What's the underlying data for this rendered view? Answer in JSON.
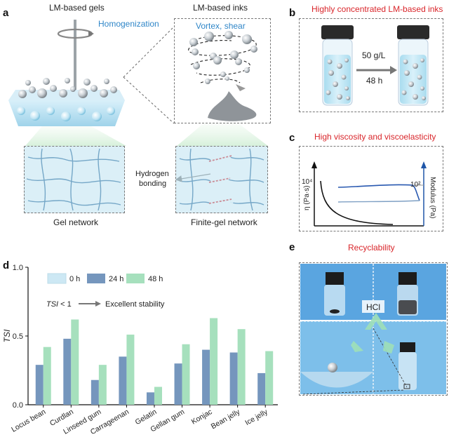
{
  "panel_a": {
    "label": "a",
    "gels_title": "LM-based gels",
    "inks_title": "LM-based inks",
    "homogenization": "Homogenization",
    "vortex": "Vortex, shear",
    "hydrogen": "Hydrogen",
    "bonding": "bonding",
    "gel_network": "Gel network",
    "finite_gel_network": "Finite-gel network"
  },
  "panel_b": {
    "label": "b",
    "title": "Highly concentrated LM-based inks",
    "conc": "50 g/L",
    "time": "48 h"
  },
  "panel_c": {
    "label": "c",
    "title": "High viscosity and viscoelasticity",
    "y_left_tick": "10⁴",
    "y_right_tick": "10²",
    "y_left_label": "η (Pa·s)",
    "y_right_label": "Modulus (Pa)"
  },
  "panel_d": {
    "label": "d",
    "annotation_prefix": "TSI",
    "annotation_suffix": " < 1",
    "annotation_result": "Excellent stability",
    "chart_data": {
      "type": "bar",
      "categories": [
        "Locus bean",
        "Curdlan",
        "Linseed gum",
        "Carrageenan",
        "Gelatin",
        "Gellan gum",
        "Konjac",
        "Bean jelly",
        "Ice jelly"
      ],
      "series": [
        {
          "name": "0 h",
          "color": "#cde8f4",
          "values": [
            0,
            0,
            0,
            0,
            0,
            0,
            0,
            0,
            0
          ]
        },
        {
          "name": "24 h",
          "color": "#7596bd",
          "values": [
            0.29,
            0.48,
            0.18,
            0.35,
            0.09,
            0.3,
            0.4,
            0.38,
            0.23
          ]
        },
        {
          "name": "48 h",
          "color": "#a6e0bd",
          "values": [
            0.42,
            0.62,
            0.29,
            0.51,
            0.13,
            0.44,
            0.63,
            0.55,
            0.39
          ]
        }
      ],
      "ylabel": "TSI",
      "ylim": [
        0,
        1.0
      ],
      "yticks": [
        "0.0",
        "0.5",
        "1.0"
      ],
      "legend_position": "top-left"
    }
  },
  "panel_e": {
    "label": "e",
    "title": "Recyclability",
    "hcl": "HCl"
  }
}
